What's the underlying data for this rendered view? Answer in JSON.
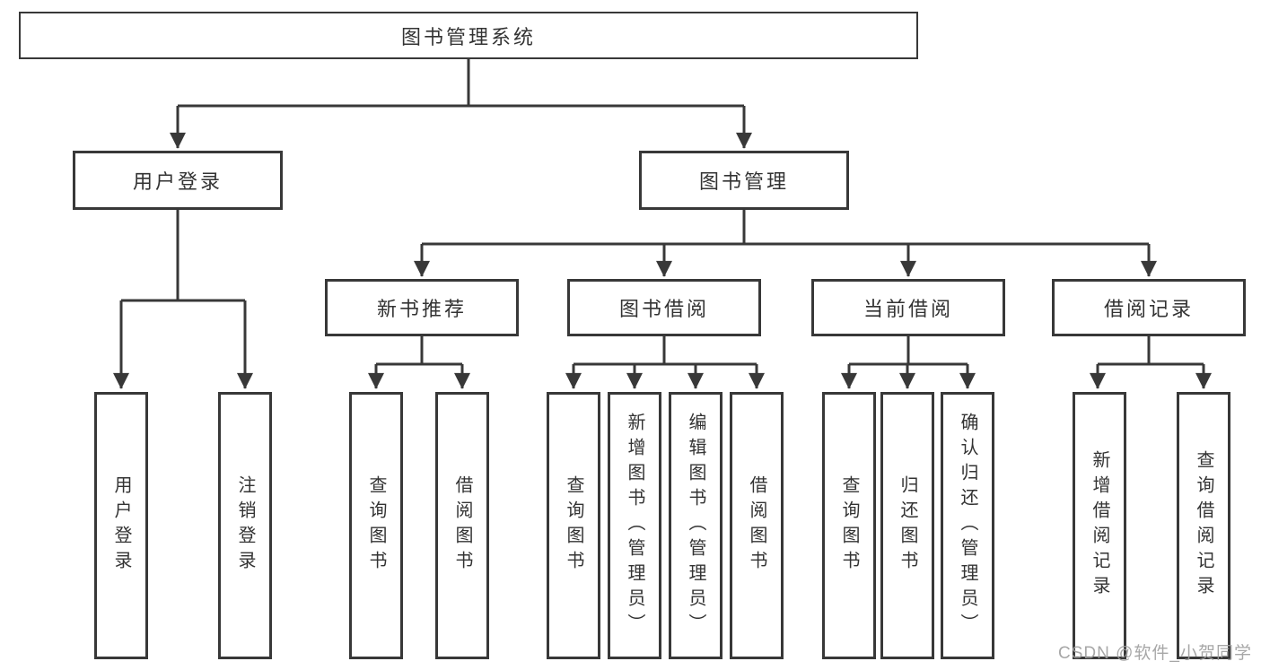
{
  "diagram": {
    "root": {
      "label": "图书管理系统"
    },
    "level2": [
      {
        "label": "用户登录"
      },
      {
        "label": "图书管理"
      }
    ],
    "level3": [
      {
        "label": "新书推荐"
      },
      {
        "label": "图书借阅"
      },
      {
        "label": "当前借阅"
      },
      {
        "label": "借阅记录"
      }
    ],
    "leaves": {
      "user_login": [
        {
          "label": "用户登录"
        },
        {
          "label": "注销登录"
        }
      ],
      "new_books": [
        {
          "label": "查询图书"
        },
        {
          "label": "借阅图书"
        }
      ],
      "book_borrow": [
        {
          "label": "查询图书"
        },
        {
          "label": "新增图书（管理员）"
        },
        {
          "label": "编辑图书（管理员）"
        },
        {
          "label": "借阅图书"
        }
      ],
      "current_borrow": [
        {
          "label": "查询图书"
        },
        {
          "label": "归还图书"
        },
        {
          "label": "确认归还（管理员）"
        }
      ],
      "borrow_records": [
        {
          "label": "新增借阅记录"
        },
        {
          "label": "查询借阅记录"
        }
      ]
    },
    "watermark": "CSDN @软件_小贺同学",
    "colors": {
      "line": "#383838",
      "text": "#333333",
      "background": "#ffffff",
      "watermark": "#9e9e9e"
    }
  }
}
